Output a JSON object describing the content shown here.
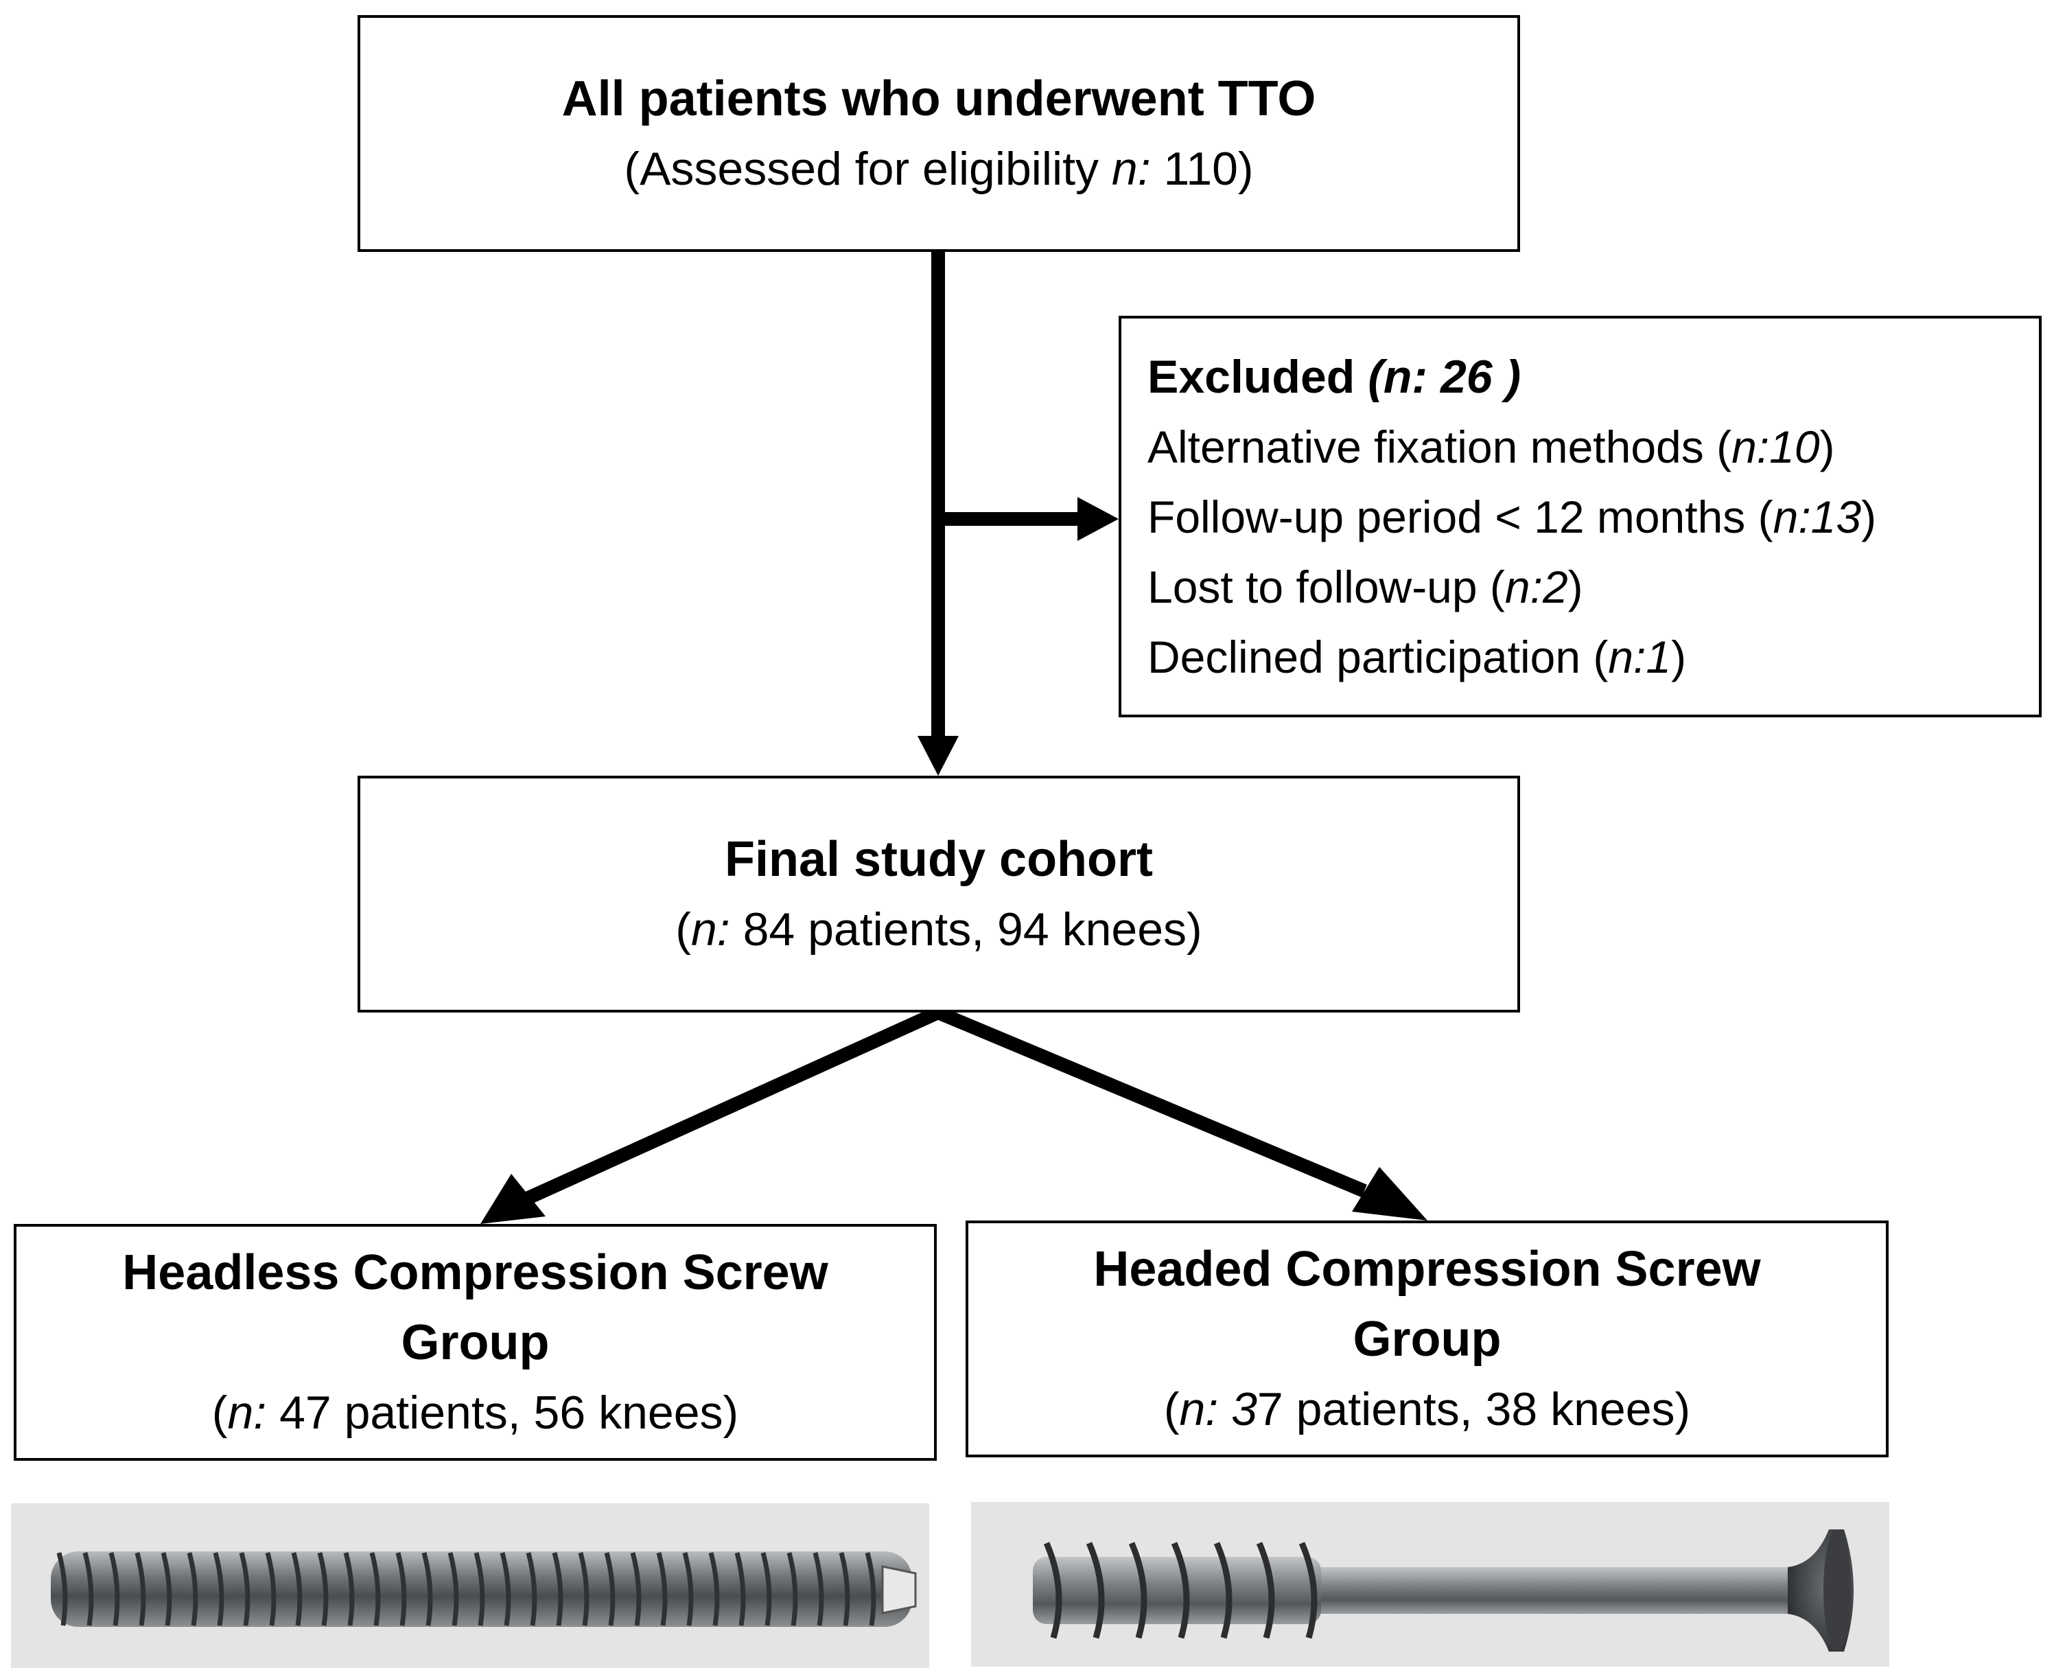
{
  "boxes": {
    "all": {
      "title": "All patients who underwent TTO",
      "sub_prefix": "(Assessed for eligibility ",
      "sub_n": "n:",
      "sub_suffix": " 110)"
    },
    "excluded": {
      "title": "Excluded ",
      "title_n": "(n: 26 )",
      "items": [
        {
          "text": "Alternative fixation methods (",
          "n": "n:10",
          "close": ")"
        },
        {
          "text": "Follow-up period < 12 months (",
          "n": "n:13",
          "close": ")"
        },
        {
          "text": "Lost to follow-up (",
          "n": "n:2",
          "close": ")"
        },
        {
          "text": "Declined participation (",
          "n": "n:1",
          "close": ")"
        }
      ]
    },
    "final": {
      "title": "Final study cohort",
      "sub_open": "(",
      "sub_n": "n:",
      "sub_rest": " 84 patients, 94 knees)"
    },
    "headless": {
      "title_line1": "Headless Compression Screw",
      "title_line2": "Group",
      "sub_open": "(",
      "sub_n": "n:",
      "sub_rest": " 47 patients, 56 knees)"
    },
    "headed": {
      "title_line1": "Headed Compression Screw",
      "title_line2": "Group",
      "sub_open": "(",
      "sub_n": "n: 3",
      "sub_rest": "7 patients, 38 knees)"
    }
  },
  "colors": {
    "border": "#000000",
    "arrow": "#000000",
    "image_bg": "#e4e4e4",
    "screw_metal": "#8a8d90"
  },
  "images": {
    "headless_screw": "headless-screw-photo",
    "headed_screw": "headed-screw-photo"
  }
}
